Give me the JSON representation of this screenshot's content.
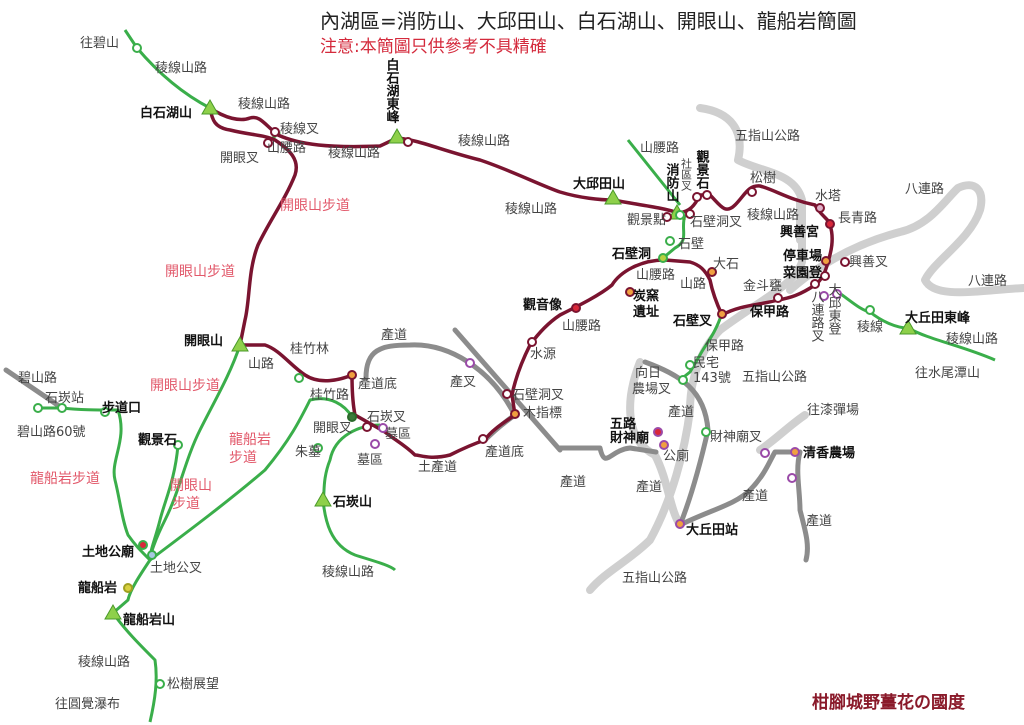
{
  "header": {
    "title": "內湖區=消防山、大邱田山、白石湖山、開眼山、龍船岩簡圖",
    "subtitle": "注意:本簡圖只供參考不具精確"
  },
  "watermark": "柑腳城野薑花の國度",
  "colors": {
    "main_trail": "#7a1430",
    "side_trail": "#3aae4a",
    "paved_road": "#cfcfcf",
    "farm_road": "#8c8c8c",
    "trail_label": "#e2586a",
    "peak_marker": "#8ed04a"
  },
  "legend_icons": {
    "peak": "triangle-peak-icon",
    "waypoint": "circle-waypoint-icon",
    "landmark": "filled-circle-landmark-icon"
  },
  "labels": [
    "往碧山",
    "稜線山路",
    "白石湖山",
    "稜線山路",
    "稜線叉",
    "山腰路",
    "稜線山路",
    "開眼叉",
    "白石湖東峰",
    "稜線山路",
    "山腰路",
    "五指山公路",
    "大邱田山",
    "消防山",
    "社區叉",
    "觀景石",
    "松樹",
    "水塔",
    "長青路",
    "八連路",
    "八連路",
    "稜線山路",
    "觀景點",
    "石壁洞叉",
    "稜線山路",
    "興善宮",
    "石壁",
    "石壁洞",
    "停車場",
    "菜園登",
    "興善叉",
    "大石",
    "山腰路",
    "山路",
    "金斗甕",
    "炭窯",
    "遺址",
    "觀音像",
    "保甲路",
    "石壁叉",
    "八連路叉",
    "大邱東登",
    "稜線",
    "大丘田東峰",
    "稜線山路",
    "往水尾潭山",
    "山腰路",
    "水源",
    "保甲路",
    "民宅",
    "143號",
    "五指山公路",
    "向日",
    "農場叉",
    "產道",
    "開眼山",
    "開眼山步道",
    "開眼山步道",
    "山路",
    "桂竹林",
    "產道",
    "產道底",
    "產叉",
    "桂竹路",
    "開眼山步道",
    "石壁洞叉",
    "木指標",
    "開眼叉",
    "石崁叉",
    "墓區",
    "墓區",
    "朱墓",
    "土產道",
    "產道底",
    "產道",
    "五路",
    "財神廟",
    "公廁",
    "財神廟叉",
    "往漆彈場",
    "清香農場",
    "產道",
    "產道",
    "產道",
    "大丘田站",
    "五指山公路",
    "龍船岩",
    "步道",
    "石崁山",
    "稜線山路",
    "碧山路",
    "石崁站",
    "步道口",
    "碧山路60號",
    "觀景石",
    "龍船岩步道",
    "開眼山",
    "步道",
    "土地公廟",
    "土地公叉",
    "龍船岩",
    "龍船岩山",
    "稜線山路",
    "松樹展望",
    "往圓覺瀑布"
  ]
}
